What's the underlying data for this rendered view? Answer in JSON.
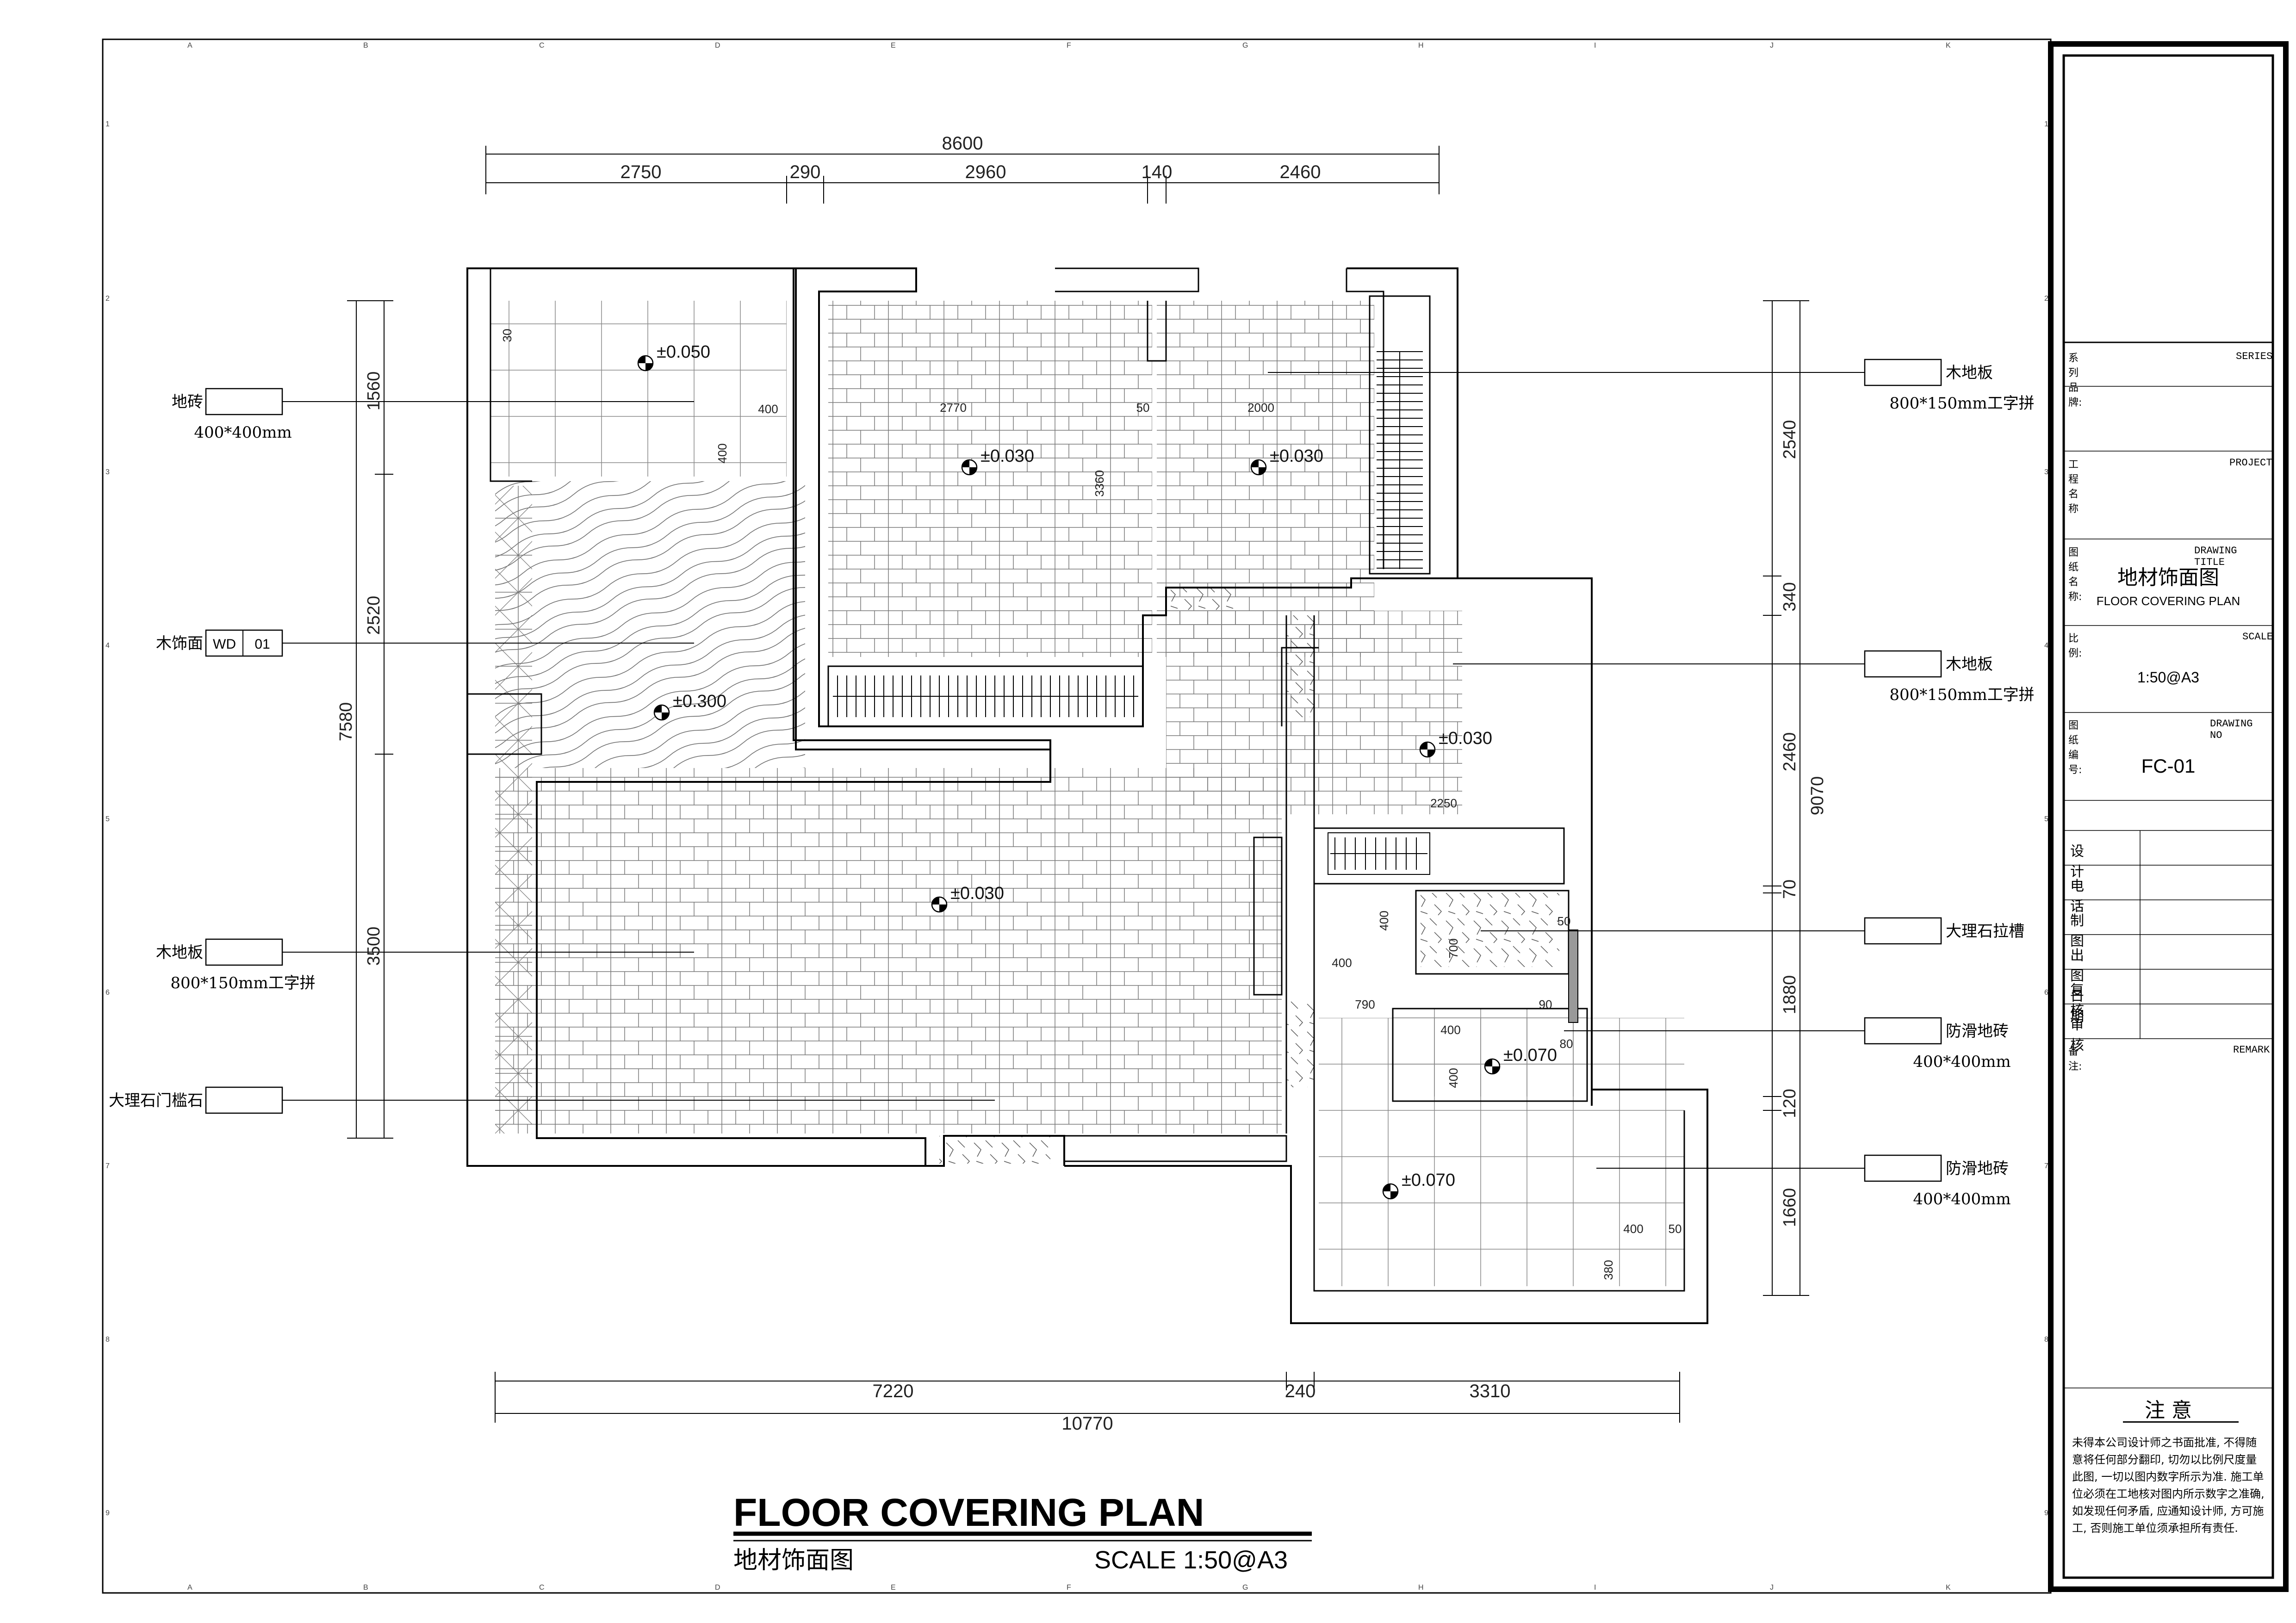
{
  "plan": {
    "title_en": "FLOOR COVERING PLAN",
    "title_cn": "地材饰面图",
    "scale": "SCALE  1:50@A3"
  },
  "dimensions": {
    "top_total": "8600",
    "top_parts": [
      "2750",
      "290",
      "2960",
      "140",
      "2460"
    ],
    "bottom_total": "10770",
    "bottom_parts": [
      "7220",
      "240",
      "3310"
    ],
    "left_total": "7580",
    "left_parts": [
      "1560",
      "2520",
      "3500"
    ],
    "right_total": "9070",
    "right_parts": [
      "2540",
      "340",
      "2460",
      "70",
      "1880",
      "120",
      "1660"
    ],
    "inner": [
      "2770",
      "50",
      "2000",
      "3360",
      "400",
      "400",
      "2250",
      "400",
      "400",
      "790",
      "400",
      "400",
      "400",
      "50",
      "380",
      "700",
      "80",
      "90",
      "50",
      "30"
    ]
  },
  "elevations": [
    "±0.050",
    "±0.030",
    "±0.030",
    "±0.300",
    "±0.030",
    "±0.030",
    "±0.070",
    "±0.070"
  ],
  "left_labels": [
    {
      "name": "地砖",
      "spec": "400*400mm"
    },
    {
      "name": "木饰面",
      "code_a": "WD",
      "code_b": "01"
    },
    {
      "name": "木地板",
      "spec": "800*150mm工字拼"
    },
    {
      "name": "大理石门槛石"
    }
  ],
  "right_labels": [
    {
      "name": "木地板",
      "spec": "800*150mm工字拼"
    },
    {
      "name": "木地板",
      "spec": "800*150mm工字拼"
    },
    {
      "name": "大理石拉槽"
    },
    {
      "name": "防滑地砖",
      "spec": "400*400mm"
    },
    {
      "name": "防滑地砖",
      "spec": "400*400mm"
    }
  ],
  "grid_cols": [
    "A",
    "B",
    "C",
    "D",
    "E",
    "F",
    "G",
    "H",
    "I",
    "J",
    "K"
  ],
  "grid_rows": [
    "1",
    "2",
    "3",
    "4",
    "5",
    "6",
    "7",
    "8",
    "9"
  ],
  "title_block": {
    "series_cn": "系列品牌:",
    "series_en": "SERIES",
    "project_cn": "工程名称",
    "project_en": "PROJECT",
    "drawing_title_cn": "图纸名称:",
    "drawing_title_en": "DRAWING TITLE",
    "drawing_name_cn": "地材饰面图",
    "drawing_name_en": "FLOOR COVERING PLAN",
    "scale_cn": "比例:",
    "scale_en": "SCALE",
    "scale_value": "1:50@A3",
    "drawing_no_cn": "图纸编号:",
    "drawing_no_en": "DRAWING NO",
    "drawing_no": "FC-01",
    "rows": [
      "设    计",
      "电    话",
      "制    图",
      "出图日期",
      "复    核",
      "审    核"
    ],
    "remark_cn": "备注:",
    "remark_en": "REMARK",
    "notice_title": "注    意",
    "notice_text": "未得本公司设计师之书面批准, 不得随意将任何部分翻印, 切勿以比例尺度量此图, 一切以图内数字所示为准. 施工单位必须在工地核对图内所示数字之准确, 如发现任何矛盾, 应通知设计师, 方可施工, 否则施工单位须承担所有责任."
  }
}
